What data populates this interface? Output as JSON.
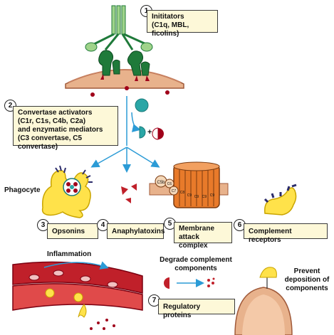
{
  "items": {
    "initiators": {
      "number": "1",
      "line1": "Inititators",
      "line2": "(C1q, MBL, ficolins)"
    },
    "convertase": {
      "number": "2",
      "line1": "Convertase activators",
      "line2": "(C1r, C1s, C4b, C2a)",
      "line3": "and enzymatic mediators",
      "line4": "(C3 convertase, C5 convertase)"
    },
    "opsonins": {
      "number": "3",
      "label": "Opsonins"
    },
    "anaphylatoxins": {
      "number": "4",
      "label": "Anaphylatoxins"
    },
    "membrane_attack": {
      "number": "5",
      "line1": "Membrane",
      "line2": "attack complex"
    },
    "complement_receptors": {
      "number": "6",
      "label": "Complement receptors"
    },
    "regulatory_proteins": {
      "number": "7",
      "label": "Regulatory proteins"
    }
  },
  "labels": {
    "phagocyte": "Phagocyte",
    "inflammation": "Inflammation",
    "degrade_line1": "Degrade complement",
    "degrade_line2": "components",
    "prevent_line1": "Prevent",
    "prevent_line2": "deposition of",
    "prevent_line3": "components"
  },
  "mac_labels": [
    "C5b",
    "C6",
    "C7",
    "C8",
    "C9",
    "C9",
    "C9",
    "C9"
  ],
  "colors": {
    "accent_blue": "#2b9bd6",
    "cell_tan": "#e8b28c",
    "membrane_dark": "#a05a3a",
    "receptor_green": "#1f7a3a",
    "receptor_light": "#9fd38a",
    "teal": "#2aa6a6",
    "dark_red": "#a0001a",
    "phagocyte_yellow": "#ffe24a",
    "mac_orange": "#e87a2a",
    "vessel_red": "#c0202a",
    "box_fill": "#fdf8d8"
  }
}
